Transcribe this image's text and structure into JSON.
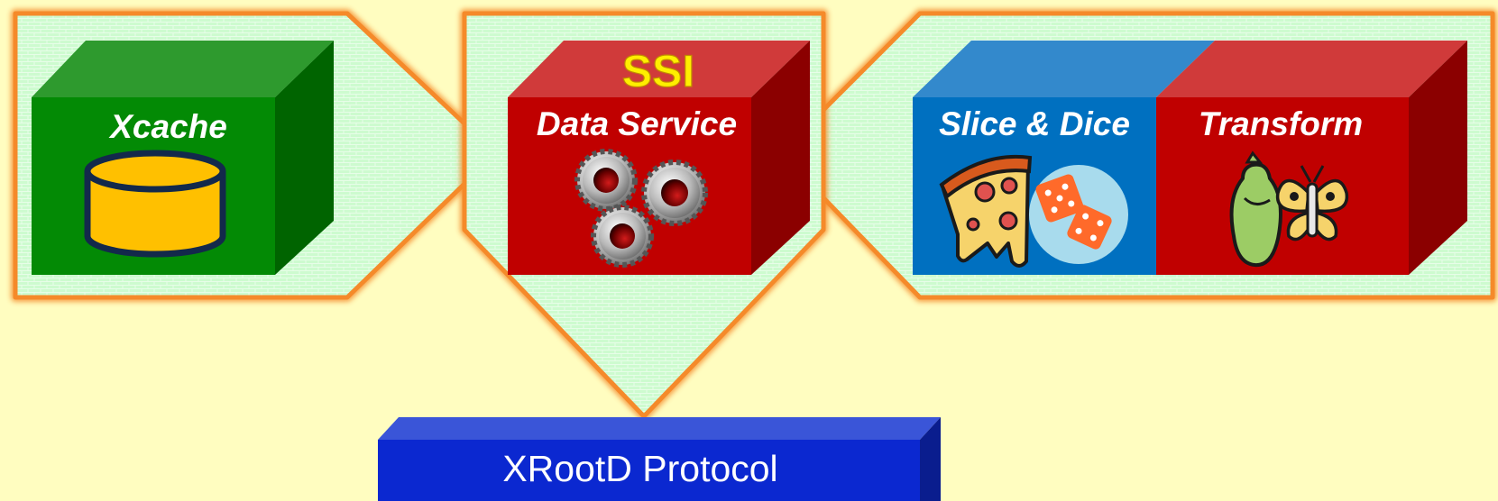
{
  "colors": {
    "background": "#fffdc0",
    "panel_fill": "#cdfbcf",
    "panel_border": "#f58a2a",
    "green_cube": "#038a05",
    "red_cube": "#c00000",
    "blue_cube": "#0070c0",
    "protocol_bar": "#0b28d0",
    "cylinder": "#ffc000",
    "ssi_text": "#ffee00"
  },
  "panels": [
    {
      "name": "left-panel"
    },
    {
      "name": "center-panel"
    },
    {
      "name": "right-panel"
    }
  ],
  "cubes": {
    "xcache": {
      "label": "Xcache",
      "icon": "database-cylinder-icon"
    },
    "data_service": {
      "header": "SSI",
      "label": "Data Service",
      "icon": "gears-icon"
    },
    "slice_dice": {
      "label": "Slice & Dice",
      "icon": "pizza-dice-icon"
    },
    "transform": {
      "label": "Transform",
      "icon": "caterpillar-butterfly-icon"
    }
  },
  "protocol": {
    "label": "XRootD Protocol"
  }
}
